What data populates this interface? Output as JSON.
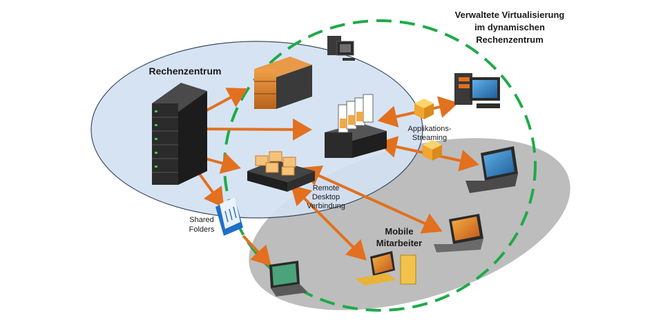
{
  "labels": {
    "datacenter": "Rechenzentrum",
    "virtualization_line1": "Verwaltete Virtualisierung",
    "virtualization_line2": "im dynamischen",
    "virtualization_line3": "Rechenzentrum",
    "app_streaming_line1": "Applikations-",
    "app_streaming_line2": "Streaming",
    "remote_desktop_line1": "Remote",
    "remote_desktop_line2": "Desktop",
    "remote_desktop_line3": "Verbindung",
    "shared_folders_line1": "Shared",
    "shared_folders_line2": "Folders",
    "mobile_line1": "Mobile",
    "mobile_line2": "Mitarbeiter"
  },
  "colors": {
    "datacenter_fill": "#d3e1f2",
    "mobile_fill": "#bdbdbd",
    "dashed_ring": "#1faa4a",
    "arrow": "#e2701f",
    "server_dark": "#2b2b2b",
    "server_orange": "#d9822b"
  },
  "icons": [
    "server-rack-icon",
    "orange-server-icon",
    "app-server-icon",
    "package-cube-icon",
    "remote-desktop-server-icon",
    "folder-icon",
    "workstation-icon",
    "laptop-icon",
    "desktop-icon"
  ]
}
